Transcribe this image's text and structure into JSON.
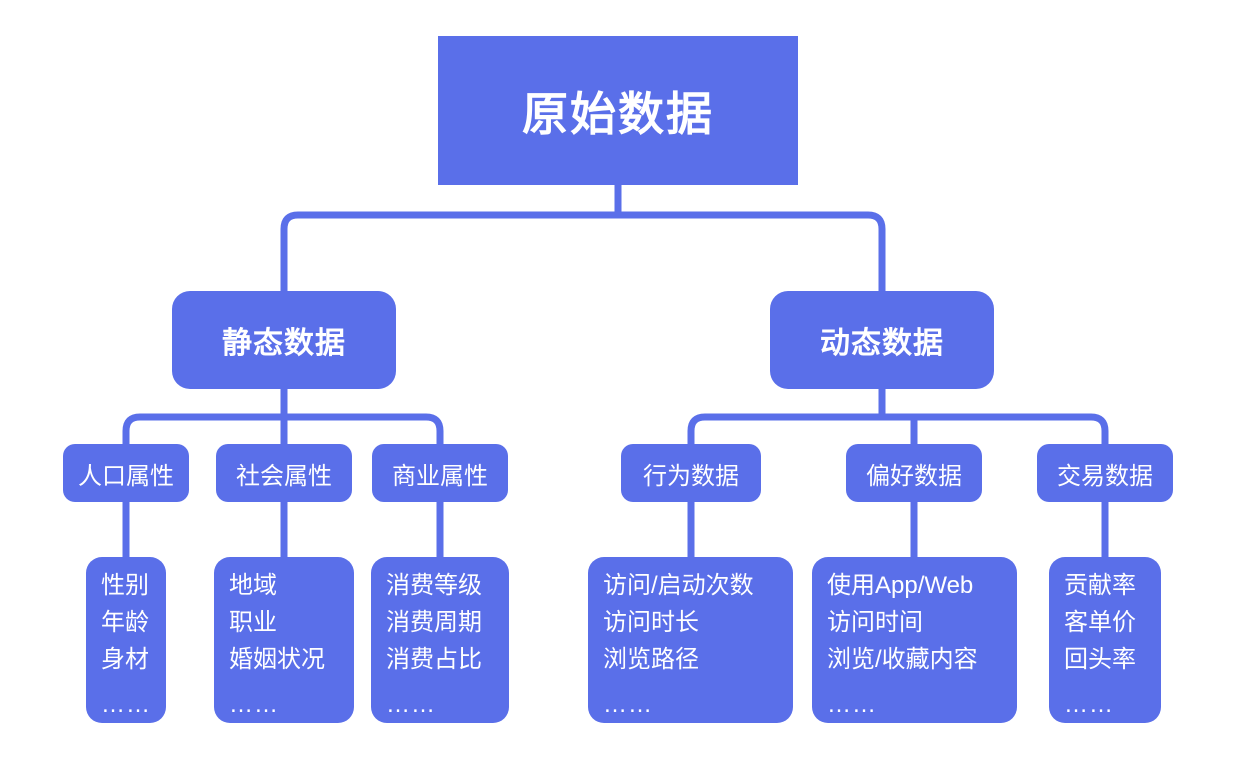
{
  "colors": {
    "node_fill": "#5A6FE9",
    "connector": "#5A6FE9",
    "text": "#FFFFFF",
    "background": "#FFFFFF"
  },
  "root": {
    "label": "原始数据"
  },
  "branches": [
    {
      "label": "静态数据",
      "children": [
        {
          "label": "人口属性",
          "items": [
            "性别",
            "年龄",
            "身材"
          ],
          "ellipsis": "……"
        },
        {
          "label": "社会属性",
          "items": [
            "地域",
            "职业",
            "婚姻状况"
          ],
          "ellipsis": "……"
        },
        {
          "label": "商业属性",
          "items": [
            "消费等级",
            "消费周期",
            "消费占比"
          ],
          "ellipsis": "……"
        }
      ]
    },
    {
      "label": "动态数据",
      "children": [
        {
          "label": "行为数据",
          "items": [
            "访问/启动次数",
            "访问时长",
            "浏览路径"
          ],
          "ellipsis": "……"
        },
        {
          "label": "偏好数据",
          "items": [
            "使用App/Web",
            "访问时间",
            "浏览/收藏内容"
          ],
          "ellipsis": "……"
        },
        {
          "label": "交易数据",
          "items": [
            "贡献率",
            "客单价",
            "回头率"
          ],
          "ellipsis": "……"
        }
      ]
    }
  ]
}
